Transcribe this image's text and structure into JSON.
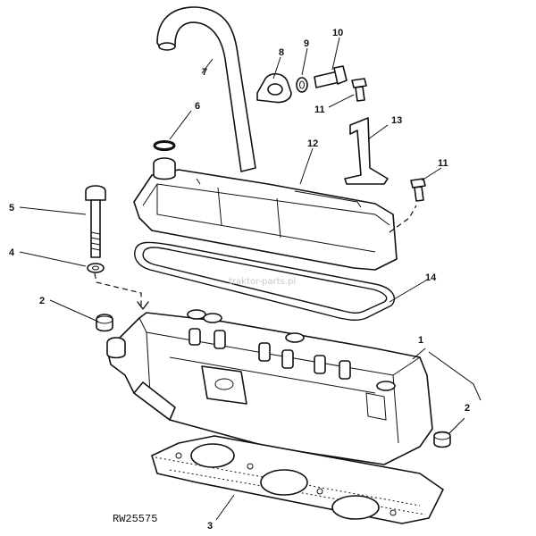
{
  "drawing_code": "RW25575",
  "watermark": "traktor-parts.pl",
  "callouts": {
    "c1": "1",
    "c2a": "2",
    "c2b": "2",
    "c3": "3",
    "c4": "4",
    "c5": "5",
    "c6": "6",
    "c7": "7",
    "c8": "8",
    "c9": "9",
    "c10": "10",
    "c11a": "11",
    "c11b": "11",
    "c12": "12",
    "c13": "13",
    "c14": "14"
  }
}
